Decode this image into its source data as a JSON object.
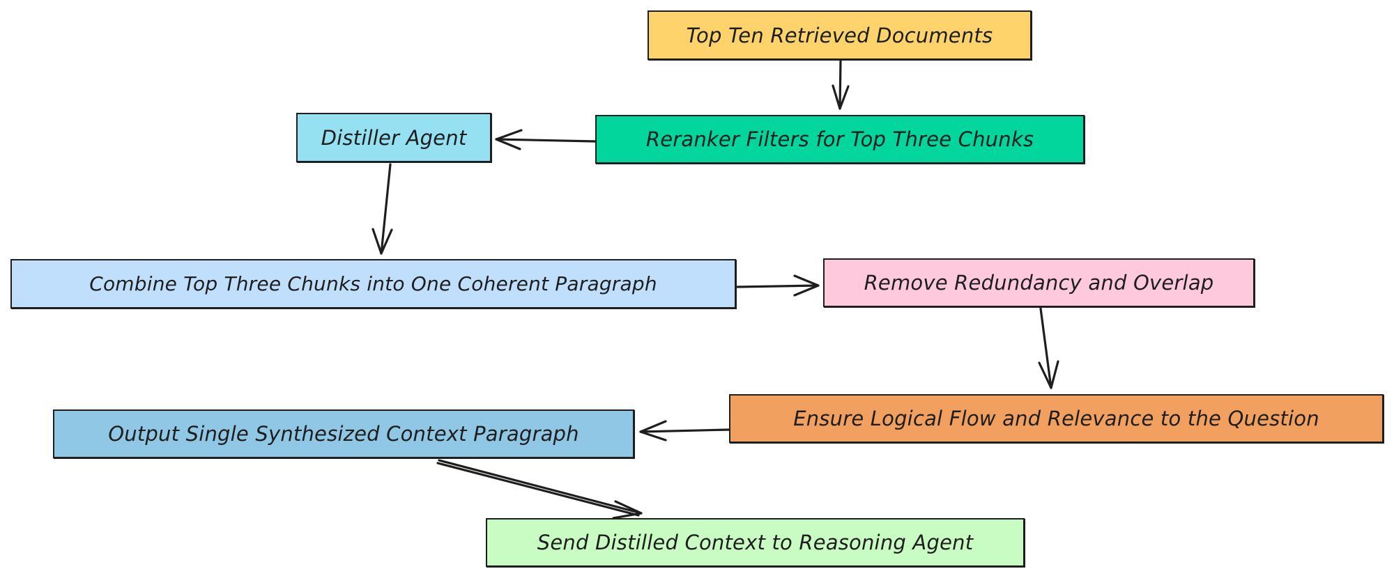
{
  "nodes": [
    {
      "id": "n1",
      "label": "Top Ten Retrieved Documents",
      "color": "#ffd36b"
    },
    {
      "id": "n2",
      "label": "Reranker Filters for Top Three Chunks",
      "color": "#03d69c"
    },
    {
      "id": "n3",
      "label": "Distiller Agent",
      "color": "#95e0f1"
    },
    {
      "id": "n4",
      "label": "Combine Top Three Chunks into One Coherent Paragraph",
      "color": "#bfdffc"
    },
    {
      "id": "n5",
      "label": "Remove Redundancy and Overlap",
      "color": "#ffc9dd"
    },
    {
      "id": "n6",
      "label": "Ensure Logical Flow and Relevance to the Question",
      "color": "#f2a05f"
    },
    {
      "id": "n7",
      "label": "Output Single Synthesized Context Paragraph",
      "color": "#8fc7e5"
    },
    {
      "id": "n8",
      "label": "Send Distilled Context to Reasoning Agent",
      "color": "#c9fcc3"
    }
  ],
  "edges": [
    {
      "from": "n1",
      "to": "n2"
    },
    {
      "from": "n2",
      "to": "n3"
    },
    {
      "from": "n3",
      "to": "n4"
    },
    {
      "from": "n4",
      "to": "n5"
    },
    {
      "from": "n5",
      "to": "n6"
    },
    {
      "from": "n6",
      "to": "n7"
    },
    {
      "from": "n7",
      "to": "n8"
    }
  ]
}
